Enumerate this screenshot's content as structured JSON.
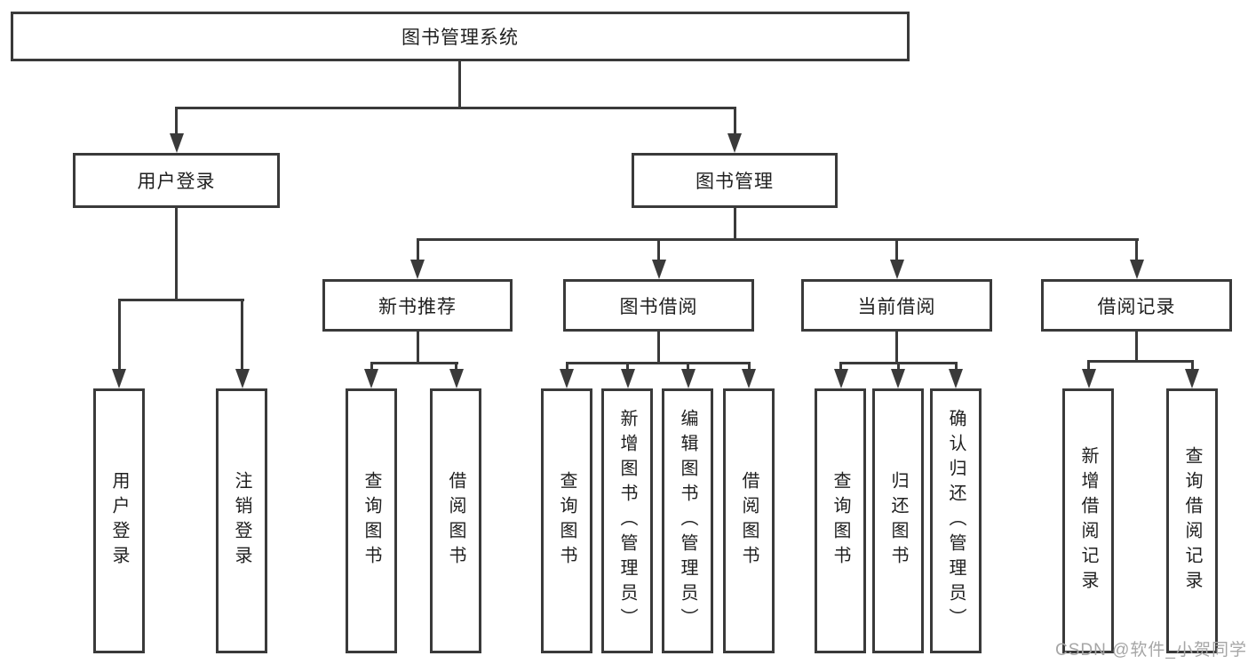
{
  "diagram_title": "图书管理系统",
  "tree": {
    "label": "图书管理系统",
    "children": [
      {
        "label": "用户登录",
        "children": [
          {
            "label": "用户登录"
          },
          {
            "label": "注销登录"
          }
        ]
      },
      {
        "label": "图书管理",
        "children": [
          {
            "label": "新书推荐",
            "children": [
              {
                "label": "查询图书"
              },
              {
                "label": "借阅图书"
              }
            ]
          },
          {
            "label": "图书借阅",
            "children": [
              {
                "label": "查询图书"
              },
              {
                "label": "新增图书（管理员）"
              },
              {
                "label": "编辑图书（管理员）"
              },
              {
                "label": "借阅图书"
              }
            ]
          },
          {
            "label": "当前借阅",
            "children": [
              {
                "label": "查询图书"
              },
              {
                "label": "归还图书"
              },
              {
                "label": "确认归还（管理员）"
              }
            ]
          },
          {
            "label": "借阅记录",
            "children": [
              {
                "label": "新增借阅记录"
              },
              {
                "label": "查询借阅记录"
              }
            ]
          }
        ]
      }
    ]
  },
  "watermark": "CSDN @软件_小贺同学",
  "colors": {
    "line": "#3a3a3a",
    "text": "#1f1f1f",
    "watermark": "#a6a6a6",
    "background": "#ffffff"
  }
}
